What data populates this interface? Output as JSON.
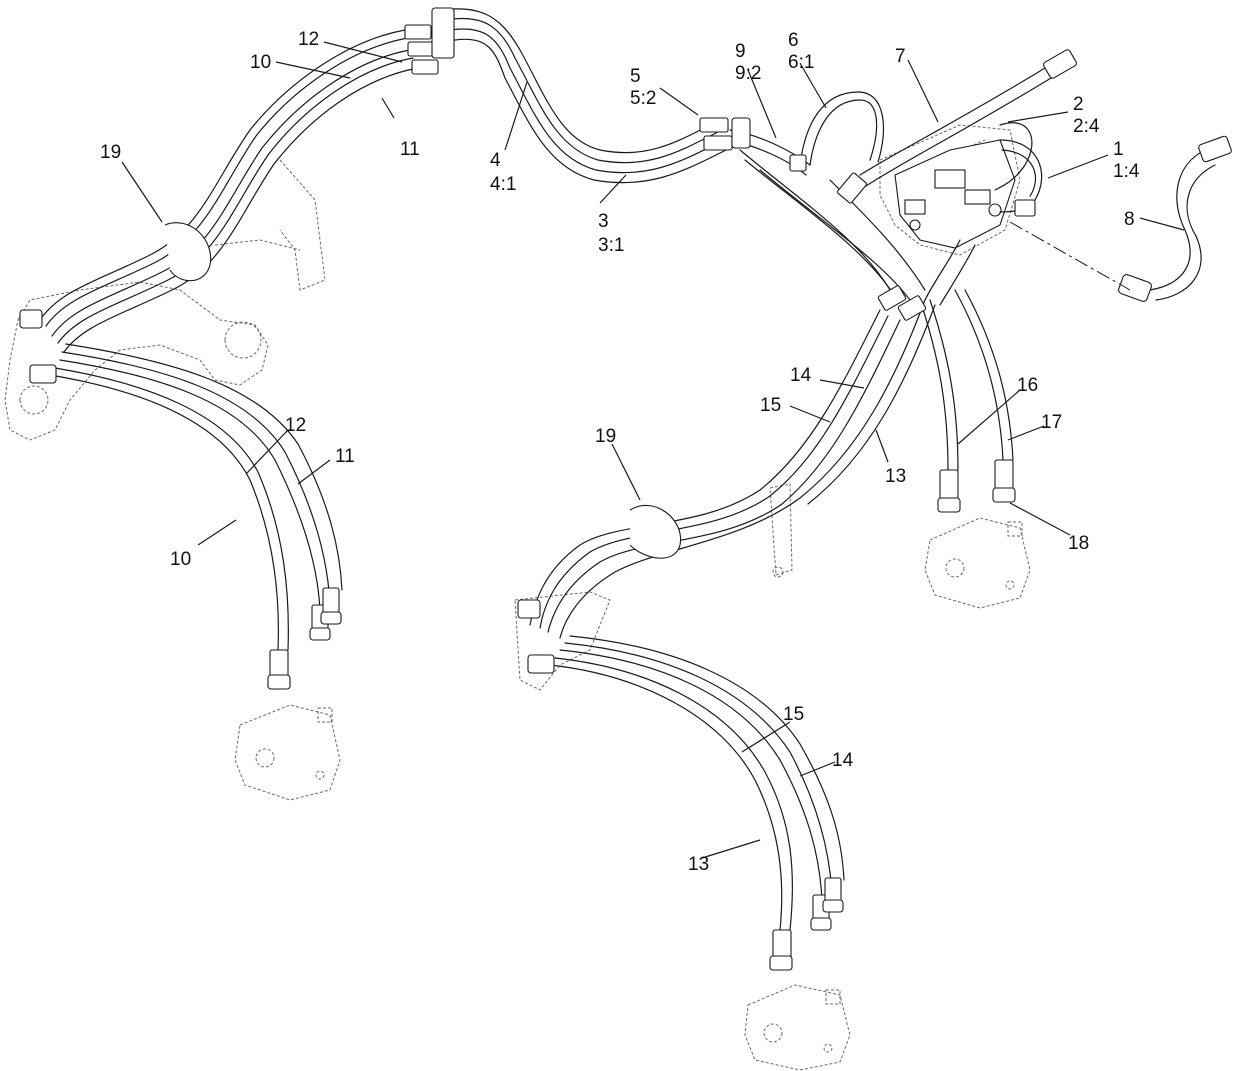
{
  "callouts": [
    {
      "id": "c1",
      "lines": [
        "1",
        "1:4"
      ]
    },
    {
      "id": "c2",
      "lines": [
        "2",
        "2:4"
      ]
    },
    {
      "id": "c3",
      "lines": [
        "3",
        "3:1"
      ]
    },
    {
      "id": "c4",
      "lines": [
        "4",
        "4:1"
      ]
    },
    {
      "id": "c5",
      "lines": [
        "5",
        "5:2"
      ]
    },
    {
      "id": "c6",
      "lines": [
        "6",
        "6:1"
      ]
    },
    {
      "id": "c7",
      "lines": [
        "7"
      ]
    },
    {
      "id": "c8",
      "lines": [
        "8"
      ]
    },
    {
      "id": "c9",
      "lines": [
        "9",
        "9:2"
      ]
    },
    {
      "id": "c10a",
      "lines": [
        "10"
      ]
    },
    {
      "id": "c10b",
      "lines": [
        "10"
      ]
    },
    {
      "id": "c11a",
      "lines": [
        "11"
      ]
    },
    {
      "id": "c11b",
      "lines": [
        "11"
      ]
    },
    {
      "id": "c12a",
      "lines": [
        "12"
      ]
    },
    {
      "id": "c12b",
      "lines": [
        "12"
      ]
    },
    {
      "id": "c13a",
      "lines": [
        "13"
      ]
    },
    {
      "id": "c13b",
      "lines": [
        "13"
      ]
    },
    {
      "id": "c14a",
      "lines": [
        "14"
      ]
    },
    {
      "id": "c14b",
      "lines": [
        "14"
      ]
    },
    {
      "id": "c15a",
      "lines": [
        "15"
      ]
    },
    {
      "id": "c15b",
      "lines": [
        "15"
      ]
    },
    {
      "id": "c16",
      "lines": [
        "16"
      ]
    },
    {
      "id": "c17",
      "lines": [
        "17"
      ]
    },
    {
      "id": "c18",
      "lines": [
        "18"
      ]
    },
    {
      "id": "c19a",
      "lines": [
        "19"
      ]
    },
    {
      "id": "c19b",
      "lines": [
        "19"
      ]
    }
  ]
}
